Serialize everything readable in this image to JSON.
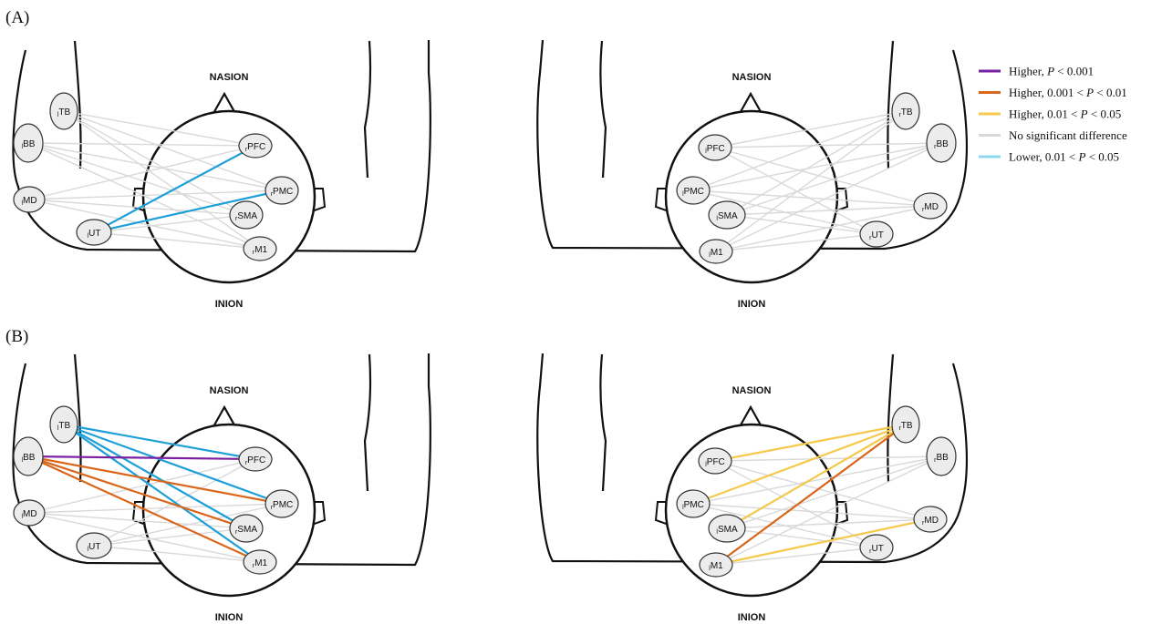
{
  "panels": [
    {
      "label": "(A)"
    },
    {
      "label": "(B)"
    }
  ],
  "orientation": {
    "top": "NASION",
    "bottom": "INION"
  },
  "node_labels": {
    "TB": {
      "pre": "l",
      "name": "TB"
    },
    "BB": {
      "pre": "l",
      "name": "BB"
    },
    "MD": {
      "pre": "l",
      "name": "MD"
    },
    "UT": {
      "pre": "l",
      "name": "UT"
    },
    "PFC": {
      "pre": "r",
      "name": "PFC"
    },
    "PMC": {
      "pre": "r",
      "name": "PMC"
    },
    "SMA": {
      "pre": "r",
      "name": "SMA"
    },
    "M1": {
      "pre": "r",
      "name": "M1"
    },
    "rTB": {
      "pre": "r",
      "name": "TB"
    },
    "rBB": {
      "pre": "r",
      "name": "BB"
    },
    "rMD": {
      "pre": "r",
      "name": "MD"
    },
    "rUT": {
      "pre": "r",
      "name": "UT"
    },
    "lPFC": {
      "pre": "l",
      "name": "PFC"
    },
    "lPMC": {
      "pre": "l",
      "name": "PMC"
    },
    "lSMA": {
      "pre": "l",
      "name": "SMA"
    },
    "lM1": {
      "pre": "l",
      "name": "M1"
    }
  },
  "legend": [
    {
      "key": "higher_p001",
      "label_parts": [
        "Higher, ",
        "P",
        " < 0.001"
      ],
      "color": "#7a1fa2"
    },
    {
      "key": "higher_p01",
      "label_parts": [
        "Higher, 0.001 < ",
        "P",
        " < 0.01"
      ],
      "color": "#d9661a"
    },
    {
      "key": "higher_p05",
      "label_parts": [
        "Higher, 0.01 < ",
        "P",
        " < 0.05"
      ],
      "color": "#f5c94a"
    },
    {
      "key": "nosig",
      "label_parts": [
        "No significant difference",
        "",
        ""
      ],
      "color": "#d9d9d9"
    },
    {
      "key": "lower_p05",
      "label_parts": [
        "Lower, 0.01 < ",
        "P",
        " < 0.05"
      ],
      "color": "#8fd8ee"
    }
  ],
  "highlight_color": "#1e9fd8",
  "diagrams": [
    {
      "id": "A-left",
      "side": "left-arm",
      "muscles": [
        "TB",
        "BB",
        "MD",
        "UT"
      ],
      "cortex": [
        "PFC",
        "PMC",
        "SMA",
        "M1"
      ],
      "significant": [
        {
          "from": "UT",
          "to": "PFC",
          "class": "highlight"
        },
        {
          "from": "UT",
          "to": "PMC",
          "class": "highlight"
        }
      ]
    },
    {
      "id": "A-right",
      "side": "right-arm",
      "muscles": [
        "rTB",
        "rBB",
        "rMD",
        "rUT"
      ],
      "cortex": [
        "lPFC",
        "lPMC",
        "lSMA",
        "lM1"
      ],
      "significant": []
    },
    {
      "id": "B-left",
      "side": "left-arm",
      "muscles": [
        "TB",
        "BB",
        "MD",
        "UT"
      ],
      "cortex": [
        "PFC",
        "PMC",
        "SMA",
        "M1"
      ],
      "significant": [
        {
          "from": "TB",
          "to": "PFC",
          "class": "highlight"
        },
        {
          "from": "TB",
          "to": "PMC",
          "class": "highlight"
        },
        {
          "from": "TB",
          "to": "SMA",
          "class": "highlight"
        },
        {
          "from": "TB",
          "to": "M1",
          "class": "highlight"
        },
        {
          "from": "BB",
          "to": "PFC",
          "class": "higher_p001"
        },
        {
          "from": "BB",
          "to": "PMC",
          "class": "higher_p01"
        },
        {
          "from": "BB",
          "to": "SMA",
          "class": "higher_p01"
        },
        {
          "from": "BB",
          "to": "M1",
          "class": "higher_p01"
        }
      ]
    },
    {
      "id": "B-right",
      "side": "right-arm",
      "muscles": [
        "rTB",
        "rBB",
        "rMD",
        "rUT"
      ],
      "cortex": [
        "lPFC",
        "lPMC",
        "lSMA",
        "lM1"
      ],
      "significant": [
        {
          "from": "rTB",
          "to": "lPFC",
          "class": "higher_p05"
        },
        {
          "from": "rTB",
          "to": "lPMC",
          "class": "higher_p05"
        },
        {
          "from": "rTB",
          "to": "lSMA",
          "class": "higher_p05"
        },
        {
          "from": "rTB",
          "to": "lM1",
          "class": "higher_p01"
        },
        {
          "from": "rMD",
          "to": "lM1",
          "class": "higher_p05"
        }
      ]
    }
  ]
}
